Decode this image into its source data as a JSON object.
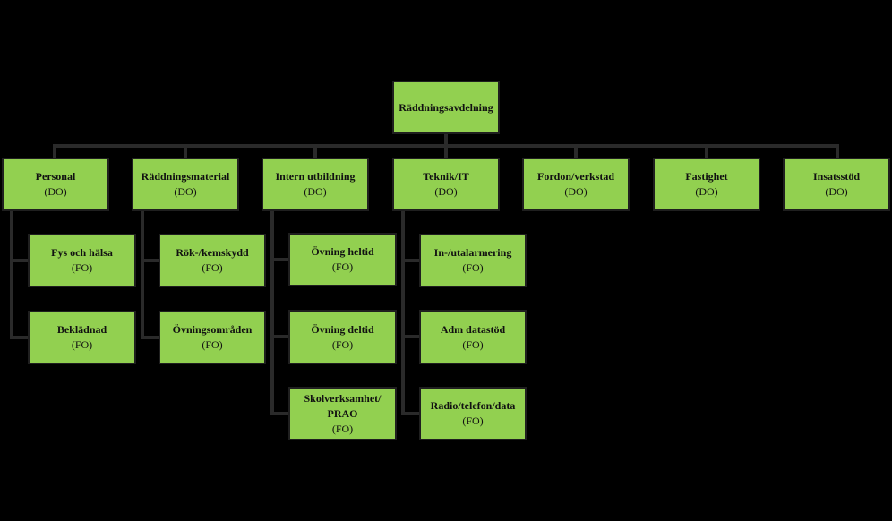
{
  "colors": {
    "box_fill": "#92d050",
    "connector": "#2a2a2a",
    "background": "#000000"
  },
  "root": {
    "title": "Räddningsavdelning"
  },
  "departments": [
    {
      "title": "Personal",
      "sub": "(DO)",
      "children": [
        {
          "title": "Fys och hälsa",
          "sub": "(FO)"
        },
        {
          "title": "Beklädnad",
          "sub": "(FO)"
        }
      ]
    },
    {
      "title": "Räddningsmaterial",
      "sub": "(DO)",
      "children": [
        {
          "title": "Rök-/kemskydd",
          "sub": "(FO)"
        },
        {
          "title": "Övningsområden",
          "sub": "(FO)"
        }
      ]
    },
    {
      "title": "Intern utbildning",
      "sub": "(DO)",
      "children": [
        {
          "title": "Övning heltid",
          "sub": "(FO)"
        },
        {
          "title": "Övning deltid",
          "sub": "(FO)"
        },
        {
          "title": "Skolverksamhet/",
          "title2": "PRAO",
          "sub": "(FO)"
        }
      ]
    },
    {
      "title": "Teknik/IT",
      "sub": "(DO)",
      "children": [
        {
          "title": "In-/utalarmering",
          "sub": "(FO)"
        },
        {
          "title": "Adm datastöd",
          "sub": "(FO)"
        },
        {
          "title": "Radio/telefon/data",
          "sub": "(FO)"
        }
      ]
    },
    {
      "title": "Fordon/verkstad",
      "sub": "(DO)",
      "children": []
    },
    {
      "title": "Fastighet",
      "sub": "(DO)",
      "children": []
    },
    {
      "title": "Insatsstöd",
      "sub": "(DO)",
      "children": []
    }
  ]
}
